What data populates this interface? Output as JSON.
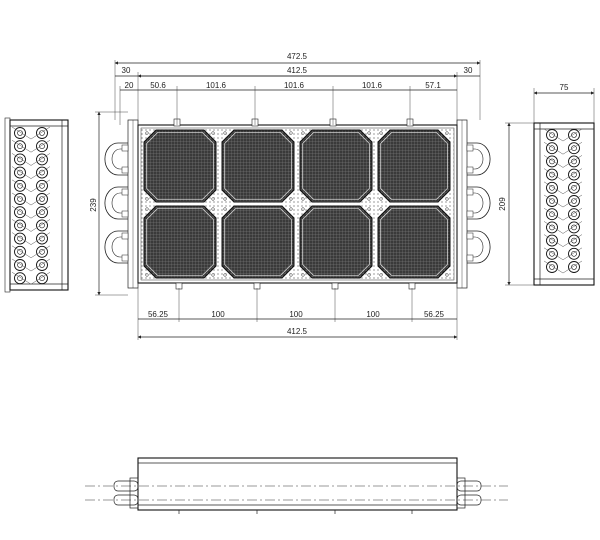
{
  "dimensions": {
    "overall_width": "472.5",
    "core_width_top": "412.5",
    "core_width_bottom": "412.5",
    "left_margin": "30",
    "right_margin": "30",
    "left_offset": "20",
    "fan_spacing_1": "50.6",
    "fan_spacing_2": "101.6",
    "fan_spacing_3": "101.6",
    "fan_spacing_4": "101.6",
    "fan_spacing_5": "57.1",
    "front_height": "239",
    "side_height": "209",
    "side_depth": "75",
    "bottom_spacing_1": "56.25",
    "bottom_spacing_2": "100",
    "bottom_spacing_3": "100",
    "bottom_spacing_4": "100",
    "bottom_spacing_5": "56.25"
  },
  "drawing": {
    "fan_rows": 2,
    "fan_columns": 4,
    "line_color": "#222222",
    "background": "#ffffff"
  }
}
